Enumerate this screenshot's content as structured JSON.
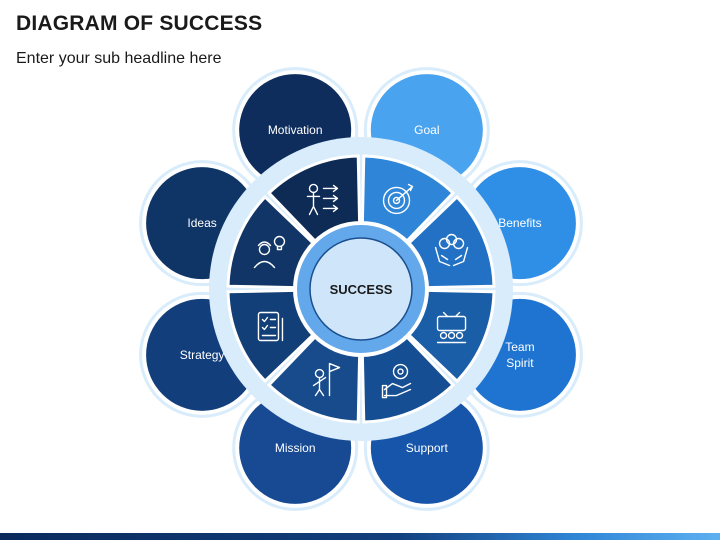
{
  "header": {
    "title": "DIAGRAM OF SUCCESS",
    "subtitle": "Enter your sub headline here"
  },
  "diagram": {
    "center_label": "SUCCESS",
    "petals": [
      {
        "lines": [
          "Motivation"
        ],
        "color": "#0e2d5c"
      },
      {
        "lines": [
          "Goal"
        ],
        "color": "#4aa3ef"
      },
      {
        "lines": [
          "Benefits"
        ],
        "color": "#2f8fe6"
      },
      {
        "lines": [
          "Team",
          "Spirit"
        ],
        "color": "#1f74d2"
      },
      {
        "lines": [
          "Support"
        ],
        "color": "#1655a9"
      },
      {
        "lines": [
          "Mission"
        ],
        "color": "#174a93"
      },
      {
        "lines": [
          "Strategy"
        ],
        "color": "#123e7c"
      },
      {
        "lines": [
          "Ideas"
        ],
        "color": "#0f3466"
      }
    ],
    "segments": [
      {
        "icon": "goal-target-icon",
        "color": "#2f86d8"
      },
      {
        "icon": "benefits-hands-money-icon",
        "color": "#2271c4"
      },
      {
        "icon": "team-spirit-icon",
        "color": "#1a5ea8"
      },
      {
        "icon": "support-hand-gear-icon",
        "color": "#154e92"
      },
      {
        "icon": "mission-flag-icon",
        "color": "#174b8c"
      },
      {
        "icon": "strategy-checklist-icon",
        "color": "#133f78"
      },
      {
        "icon": "ideas-worker-bulb-icon",
        "color": "#103566"
      },
      {
        "icon": "motivation-presenter-icon",
        "color": "#0d2b55"
      }
    ]
  }
}
